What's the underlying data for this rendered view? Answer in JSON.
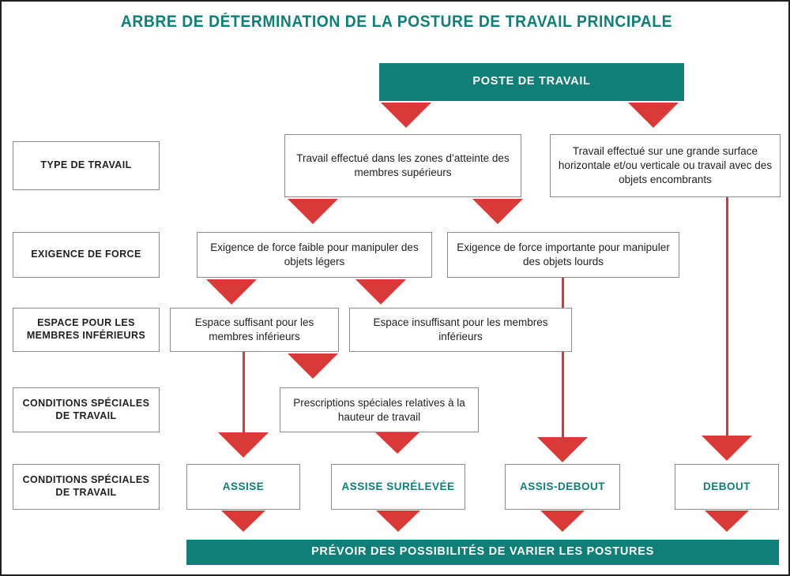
{
  "page": {
    "title": "ARBRE DE DÉTERMINATION DE LA POSTURE DE TRAVAIL PRINCIPALE",
    "colors": {
      "teal": "#107f78",
      "red": "#d93a38",
      "border": "#8d8d8d",
      "text": "#231f20",
      "frame": "#231f20",
      "background": "#ffffff"
    }
  },
  "header": {
    "label": "POSTE DE TRAVAIL"
  },
  "footer": {
    "label": "PRÉVOIR DES POSSIBILITÉS DE VARIER LES POSTURES"
  },
  "row_labels": [
    {
      "id": "type-de-travail",
      "label": "TYPE DE TRAVAIL"
    },
    {
      "id": "exigence-de-force",
      "label": "EXIGENCE DE FORCE"
    },
    {
      "id": "espace-membres-inferieurs",
      "label": "ESPACE POUR LES MEMBRES INFÉRIEURS"
    },
    {
      "id": "conditions-speciales-1",
      "label": "CONDITIONS SPÉCIALES DE TRAVAIL"
    },
    {
      "id": "conditions-speciales-2",
      "label": "CONDITIONS SPÉCIALES DE TRAVAIL"
    }
  ],
  "nodes": {
    "type_travail_1": "Travail effectué dans les zones d’atteinte des membres supérieurs",
    "type_travail_2": "Travail effectué sur une grande surface horizontale et/ou verticale ou travail avec des objets encombrants",
    "force_1": "Exigence de force faible pour manipuler des objets légers",
    "force_2": "Exigence de force importante pour manipuler des objets lourds",
    "espace_1": "Espace suffisant pour les membres inférieurs",
    "espace_2": "Espace insuffisant pour les membres inférieurs",
    "prescriptions": "Prescriptions spéciales relatives à la hauteur de travail"
  },
  "results": [
    {
      "id": "assise",
      "label": "ASSISE"
    },
    {
      "id": "assise-surelevee",
      "label": "ASSISE SURÉLEVÉE"
    },
    {
      "id": "assis-debout",
      "label": "ASSIS-DEBOUT"
    },
    {
      "id": "debout",
      "label": "DEBOUT"
    }
  ]
}
